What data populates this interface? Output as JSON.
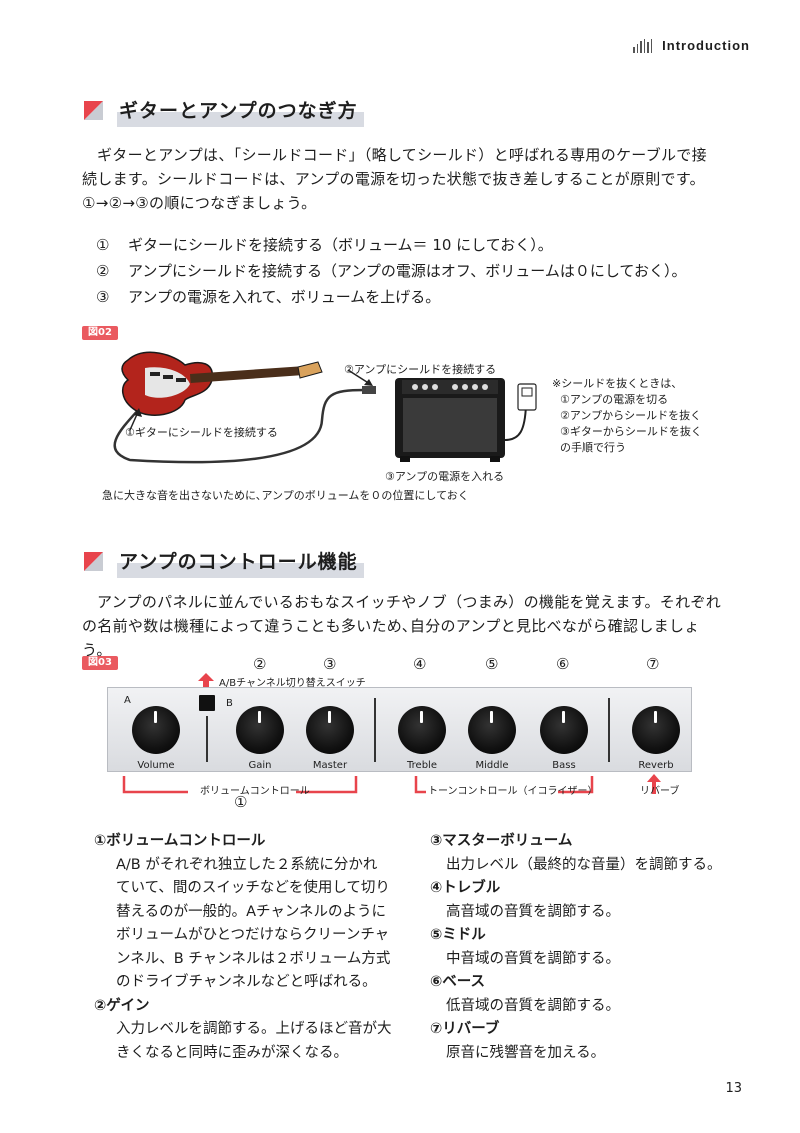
{
  "header": {
    "section": "Introduction"
  },
  "section1": {
    "title": "ギターとアンプのつなぎ方",
    "paragraph": "ギターとアンプは、「シールドコード」（略してシールド）と呼ばれる専用のケーブルで接続します。シールドコードは、アンプの電源を切った状態で抜き差しすることが原則です。①→②→③の順につなぎましょう。",
    "steps": [
      {
        "num": "①",
        "text": "ギターにシールドを接続する（ボリューム＝ 10 にしておく）。"
      },
      {
        "num": "②",
        "text": "アンプにシールドを接続する（アンプの電源はオフ、ボリュームは０にしておく）。"
      },
      {
        "num": "③",
        "text": "アンプの電源を入れて、ボリュームを上げる。"
      }
    ]
  },
  "figure02": {
    "badge": "図02",
    "label_guitar": "①ギターにシールドを接続する",
    "label_amp": "②アンプにシールドを接続する",
    "label_power": "③アンプの電源を入れる",
    "caption": "急に大きな音を出さないために､アンプのボリュームを０の位置にしておく",
    "note_lines": [
      "※シールドを抜くときは、",
      "①アンプの電源を切る",
      "②アンプからシールドを抜く",
      "③ギターからシールドを抜く",
      "の手順で行う"
    ]
  },
  "section2": {
    "title": "アンプのコントロール機能",
    "paragraph": "アンプのパネルに並んでいるおもなスイッチやノブ（つまみ）の機能を覚えます。それぞれの名前や数は機種によって違うことも多いため､自分のアンプと見比べながら確認しましょう。"
  },
  "figure03": {
    "badge": "図03",
    "switch_label": "A/Bチャンネル切り替えスイッチ",
    "channel_a": "A",
    "channel_b": "B",
    "numbers": {
      "n2": "②",
      "n3": "③",
      "n4": "④",
      "n5": "⑤",
      "n6": "⑥",
      "n7": "⑦",
      "n1": "①"
    },
    "knobs": {
      "volume": "Volume",
      "gain": "Gain",
      "master": "Master",
      "treble": "Treble",
      "middle": "Middle",
      "bass": "Bass",
      "reverb": "Reverb"
    },
    "group_volume": "ボリュームコントロール",
    "group_tone": "トーンコントロール（イコライザー）",
    "group_reverb": "リバーブ"
  },
  "descriptions": {
    "left": [
      {
        "head": "①ボリュームコントロール",
        "body": [
          "A/B がそれぞれ独立した２系統に分かれ",
          "ていて、間のスイッチなどを使用して切り",
          "替えるのが一般的。Aチャンネルのように",
          "ボリュームがひとつだけならクリーンチャ",
          "ンネル、B チャンネルは２ボリューム方式",
          "のドライブチャンネルなどと呼ばれる。"
        ]
      },
      {
        "head": "②ゲイン",
        "body": [
          "入力レベルを調節する。上げるほど音が大",
          "きくなると同時に歪みが深くなる。"
        ]
      }
    ],
    "right": [
      {
        "head": "③マスターボリューム",
        "body": [
          "出力レベル（最終的な音量）を調節する。"
        ]
      },
      {
        "head": "④トレブル",
        "body": [
          "高音域の音質を調節する。"
        ]
      },
      {
        "head": "⑤ミドル",
        "body": [
          "中音域の音質を調節する。"
        ]
      },
      {
        "head": "⑥ベース",
        "body": [
          "低音域の音質を調節する。"
        ]
      },
      {
        "head": "⑦リバーブ",
        "body": [
          "原音に残響音を加える。"
        ]
      }
    ]
  },
  "page_number": "13",
  "colors": {
    "accent": "#e8444c",
    "badge": "#ea5a60",
    "guitar_body": "#b3241c"
  }
}
